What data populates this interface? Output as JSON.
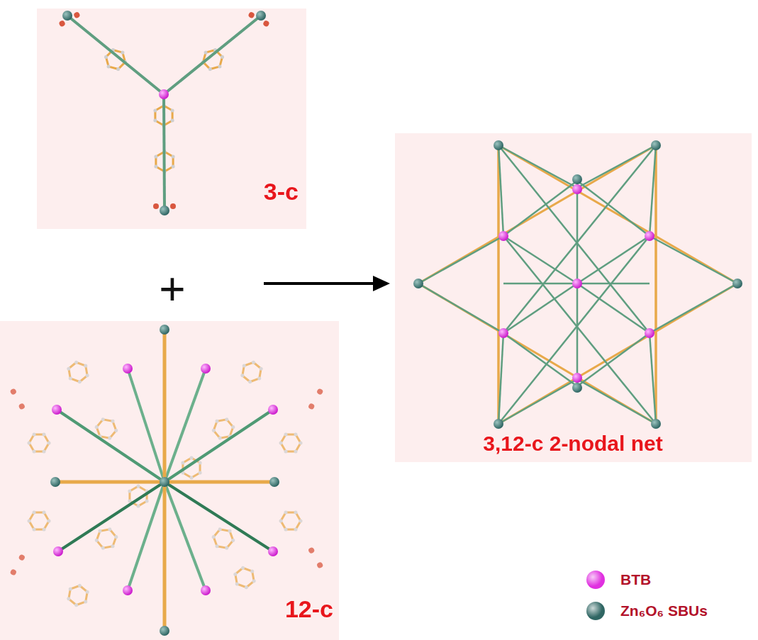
{
  "diagram": {
    "nodes": [
      {
        "text": [
          "3-c"
        ]
      },
      {
        "text": [
          "12-c"
        ]
      },
      {
        "text": [
          "3,12-c 2-nodal net"
        ]
      }
    ],
    "labels": [
      "+"
    ],
    "legend": [
      {
        "text": "BTB",
        "color": "#e030e0"
      },
      {
        "text": "Zn₆O₆ SBUs",
        "color": "#2f6663"
      }
    ]
  }
}
